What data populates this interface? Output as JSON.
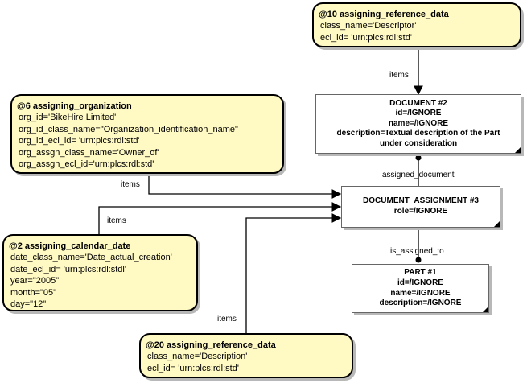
{
  "templates": {
    "ref10": {
      "title": "@10 assigning_reference_data",
      "lines": [
        "class_name='Descriptor'",
        "ecl_id= 'urn:plcs:rdl:std'"
      ]
    },
    "org6": {
      "title": "@6 assigning_organization",
      "lines": [
        "org_id='BikeHire Limited'",
        "org_id_class_name=\"Organization_identification_name\"",
        "org_id_ecl_id= 'urn:plcs:rdl:std'",
        "org_assgn_class_name='Owner_of'",
        "org_assgn_ecl_id='urn:plcs:rdl:std'"
      ]
    },
    "date2": {
      "title": "@2 assigning_calendar_date",
      "lines": [
        "date_class_name='Date_actual_creation'",
        "date_ecl_id= 'urn:plcs:rdl:stdl'",
        "year=\"2005\"",
        "month=\"05\"",
        "day=\"12\""
      ]
    },
    "ref20": {
      "title": "@20 assigning_reference_data",
      "lines": [
        "class_name='Description'",
        "ecl_id= 'urn:plcs:rdl:std'"
      ]
    }
  },
  "entities": {
    "document": {
      "lines": [
        "DOCUMENT #2",
        "id=/IGNORE",
        "name=/IGNORE",
        "description=Textual description of the Part",
        "under consideration"
      ]
    },
    "doc_assignment": {
      "lines": [
        "DOCUMENT_ASSIGNMENT #3",
        "role=/IGNORE"
      ]
    },
    "part": {
      "lines": [
        "PART #1",
        "id=/IGNORE",
        "name=/IGNORE",
        "description=/IGNORE"
      ]
    }
  },
  "edge_labels": {
    "items_ref10": "items",
    "items_org6": "items",
    "items_date2": "items",
    "items_ref20": "items",
    "assigned_document": "assigned_document",
    "is_assigned_to": "is_assigned_to"
  }
}
